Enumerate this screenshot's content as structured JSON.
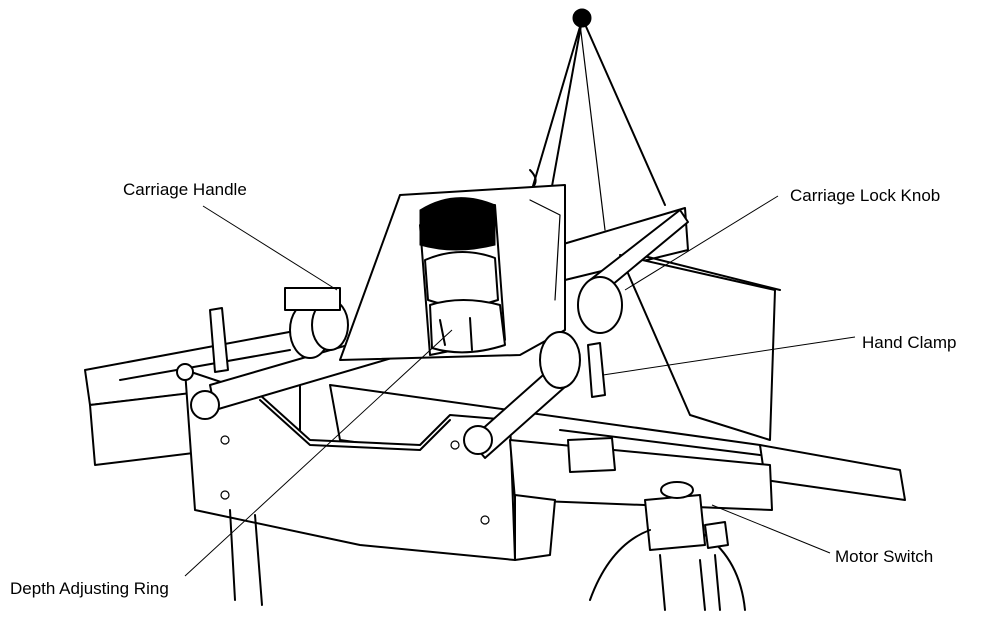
{
  "labels": {
    "carriage_handle": "Carriage Handle",
    "carriage_lock_knob": "Carriage Lock Knob",
    "hand_clamp": "Hand Clamp",
    "motor_switch": "Motor Switch",
    "depth_adjusting_ring": "Depth Adjusting Ring"
  },
  "colors": {
    "ink": "#000000",
    "background": "#ffffff"
  }
}
